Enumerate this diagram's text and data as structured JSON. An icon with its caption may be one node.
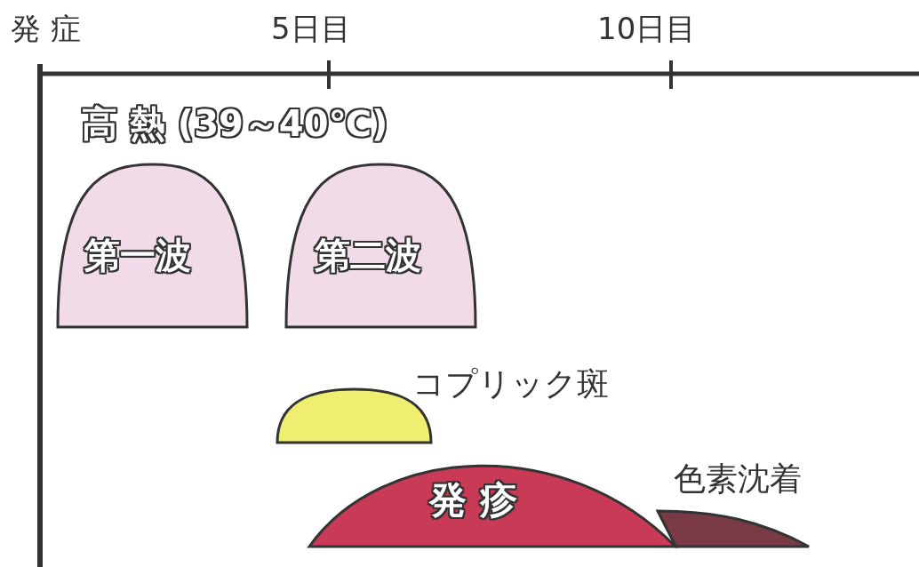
{
  "diagram": {
    "nodes": [
      {
        "text": [
          "第一波"
        ]
      },
      {
        "text": [
          "第二波"
        ]
      },
      {
        "text": [
          "コプリック斑"
        ]
      },
      {
        "text": [
          "発 疹"
        ]
      },
      {
        "text": [
          "色素沈着"
        ]
      }
    ],
    "labels": [
      "発 症",
      "5日目",
      "10日目",
      "高 熱 (39～40℃)"
    ]
  }
}
